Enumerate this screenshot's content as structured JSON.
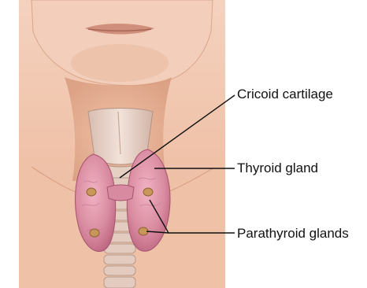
{
  "labels": {
    "cricoid": "Cricoid cartilage",
    "thyroid": "Thyroid gland",
    "parathyroid": "Parathyroid glands"
  },
  "colors": {
    "skin": "#f1c6ae",
    "skin_shadow": "#d9a084",
    "thyroid": "#d9899b",
    "thyroid_dark": "#b8607a",
    "parathyroid": "#c9965a",
    "cartilage": "#ead6cb",
    "leader_line": "#111111"
  }
}
